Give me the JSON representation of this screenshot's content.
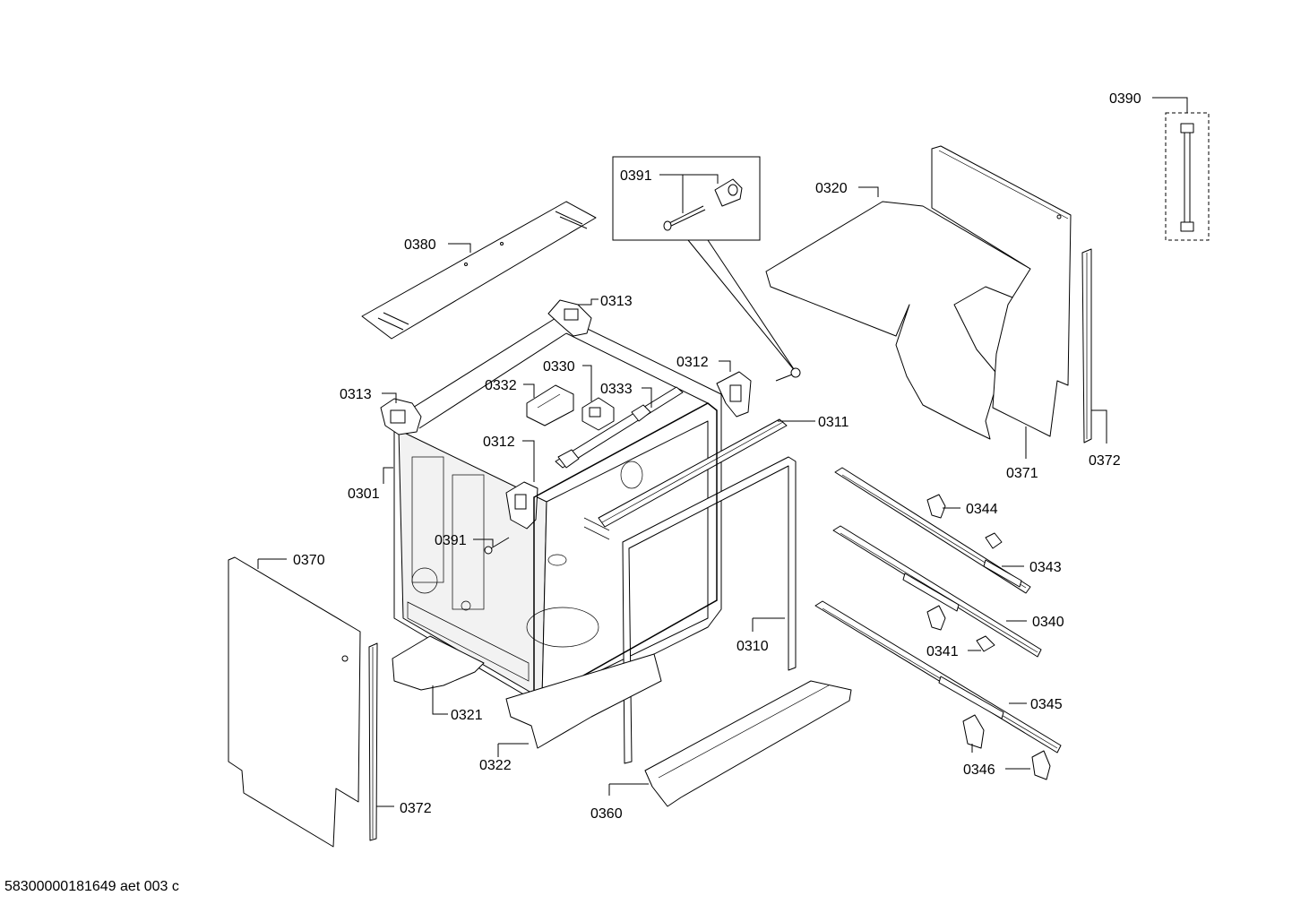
{
  "footer": {
    "code": "58300000181649 aet 003 c"
  },
  "labels": {
    "p0390": "0390",
    "p0391_inset": "0391",
    "p0320": "0320",
    "p0380": "0380",
    "p0313_top": "0313",
    "p0313_left": "0313",
    "p0330": "0330",
    "p0332": "0332",
    "p0333": "0333",
    "p0312_right": "0312",
    "p0312_left": "0312",
    "p0311": "0311",
    "p0301": "0301",
    "p0391_body": "0391",
    "p0370": "0370",
    "p0371": "0371",
    "p0372_right": "0372",
    "p0372_left": "0372",
    "p0344": "0344",
    "p0343": "0343",
    "p0340": "0340",
    "p0341": "0341",
    "p0345": "0345",
    "p0346": "0346",
    "p0310": "0310",
    "p0321": "0321",
    "p0322": "0322",
    "p0360": "0360"
  }
}
